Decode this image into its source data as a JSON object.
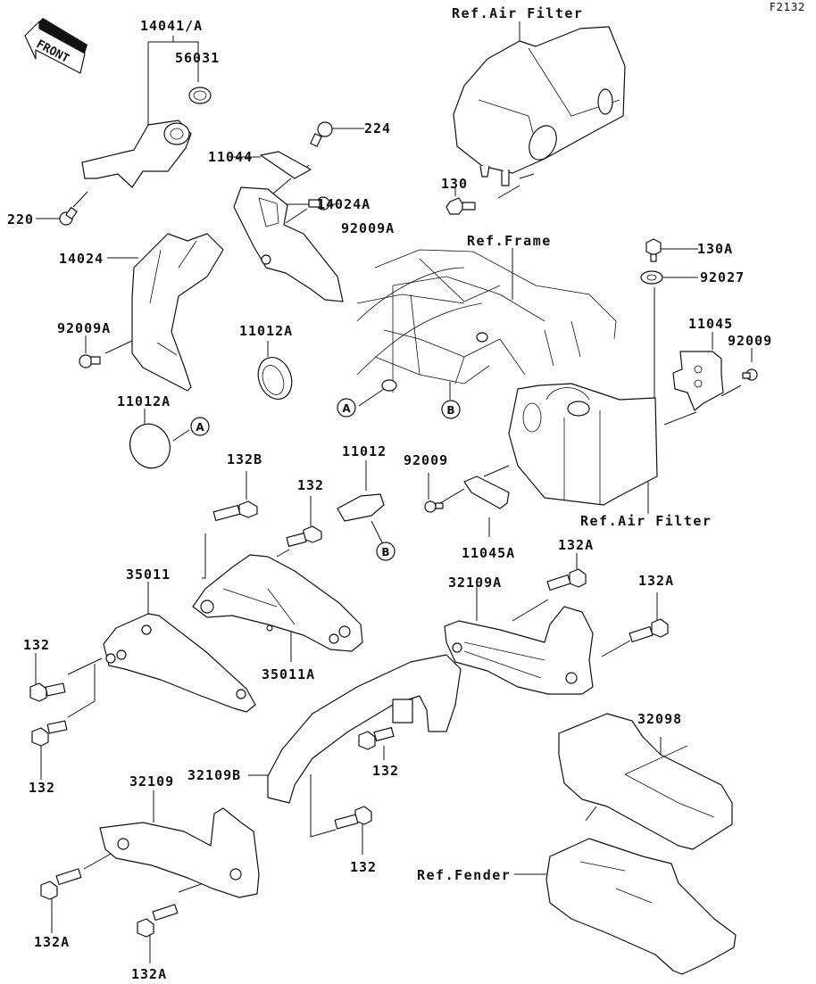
{
  "figure_id": "F2132",
  "front_label": "FRONT",
  "labels": {
    "p14041A": "14041/A",
    "p56031": "56031",
    "p220": "220",
    "p11044": "11044",
    "p224": "224",
    "p14024A": "14024A",
    "p92009A_top": "92009A",
    "p14024": "14024",
    "p92009A_left": "92009A",
    "p11012A_mid": "11012A",
    "p11012A_left": "11012A",
    "p130": "130",
    "p130A": "130A",
    "p92027": "92027",
    "p11045": "11045",
    "p92009_right": "92009",
    "p92009_mid": "92009",
    "p11012": "11012",
    "p11045A": "11045A",
    "p132B": "132B",
    "p132_mid": "132",
    "p35011": "35011",
    "p35011A": "35011A",
    "p132_left_top": "132",
    "p132_left_bottom": "132",
    "p132A_top": "132A",
    "p132A_right": "132A",
    "p32109A": "32109A",
    "p32109B": "32109B",
    "p132_center": "132",
    "p132_lower": "132",
    "p32098": "32098",
    "p32109": "32109",
    "p132A_bottom1": "132A",
    "p132A_bottom2": "132A"
  },
  "references": {
    "air_filter_top": "Ref.Air Filter",
    "frame": "Ref.Frame",
    "air_filter_right": "Ref.Air Filter",
    "fender": "Ref.Fender"
  },
  "markers": {
    "A": "A",
    "B": "B"
  }
}
